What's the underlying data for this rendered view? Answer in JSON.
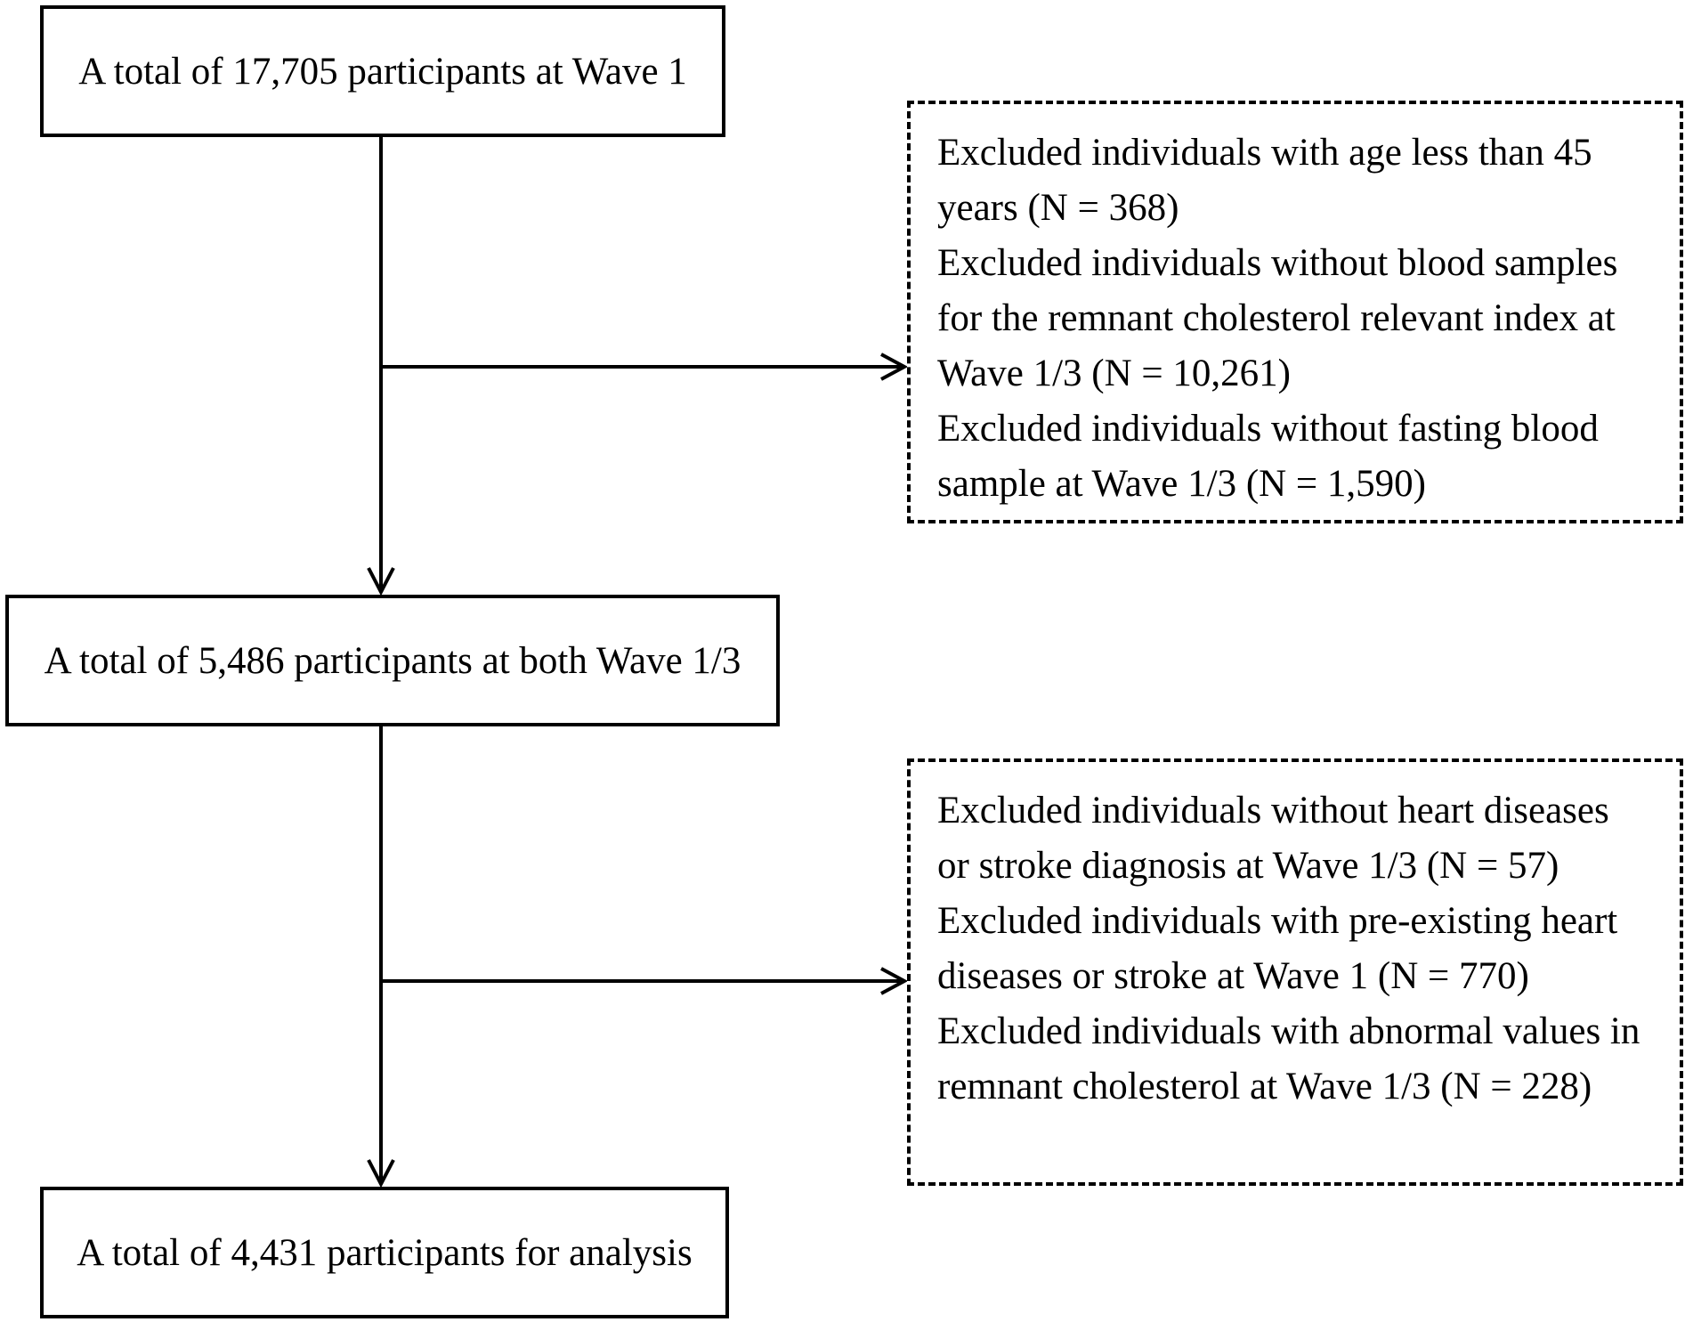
{
  "flowchart": {
    "steps": [
      {
        "label": "A total of 17,705 participants at Wave 1"
      },
      {
        "label": "A total of 5,486 participants at both Wave 1/3"
      },
      {
        "label": "A total of 4,431 participants for analysis"
      }
    ],
    "exclusions": [
      {
        "lines": [
          "Excluded individuals with age less than 45",
          "years (N = 368)",
          "Excluded individuals without blood samples",
          "for the remnant cholesterol relevant index at",
          "Wave 1/3 (N = 10,261)",
          "Excluded individuals without fasting blood",
          "sample at Wave 1/3 (N = 1,590)"
        ]
      },
      {
        "lines": [
          "Excluded individuals without heart diseases",
          "or stroke diagnosis at Wave 1/3 (N = 57)",
          "Excluded individuals with pre-existing heart",
          "diseases or stroke at Wave 1 (N = 770)",
          "Excluded individuals with abnormal values in",
          "remnant cholesterol at Wave 1/3 (N = 228)"
        ]
      }
    ]
  }
}
